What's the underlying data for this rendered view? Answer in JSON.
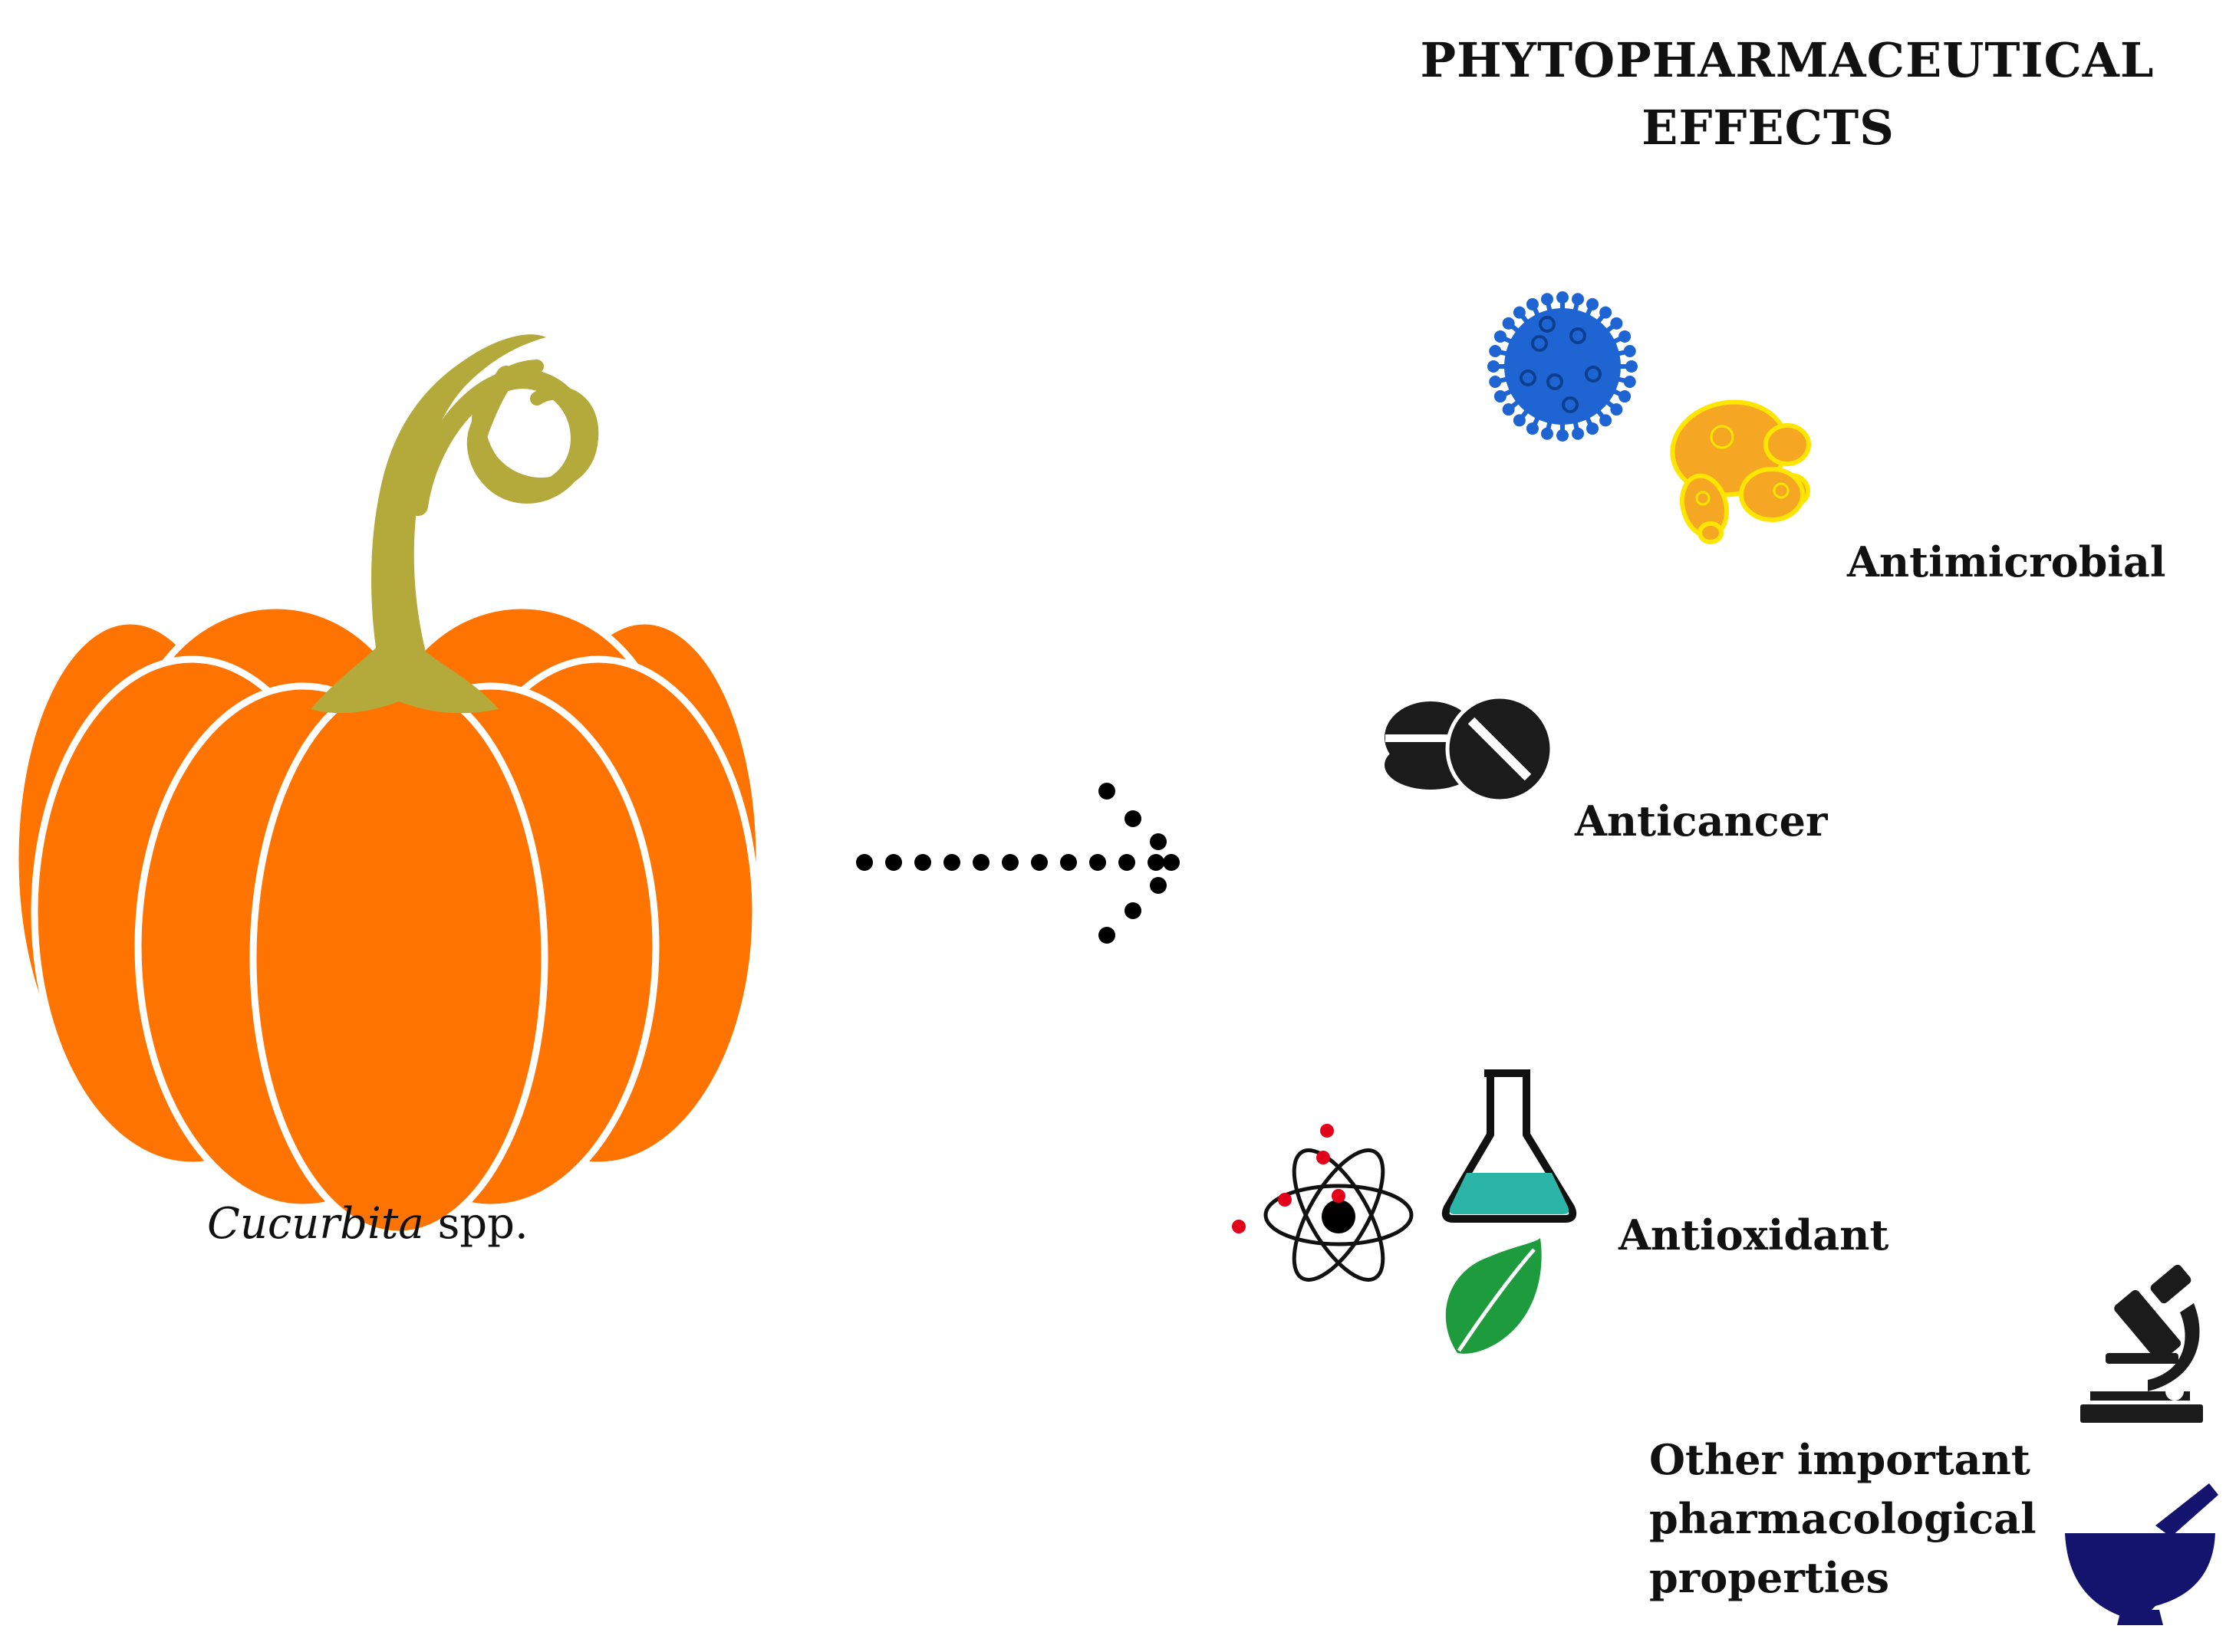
{
  "heading": {
    "line1": "PHYTOPHARMACEUTICAL",
    "line2": "EFFECTS"
  },
  "source": {
    "genus": "Cucurbita",
    "suffix": " spp."
  },
  "effects": {
    "antimicrobial": "Antimicrobial",
    "anticancer": "Anticancer",
    "antioxidant": "Antioxidant",
    "other_line1": "Other important",
    "other_line2": "pharmacological",
    "other_line3": "properties"
  },
  "colors": {
    "pumpkin": "#ff7300",
    "stem": "#b4aa3c",
    "virus": "#1e64d2",
    "fungus": "#f5a623",
    "fungus_outline": "#ffe600",
    "pill": "#1b1b1b",
    "flask_liquid": "#2bb5a6",
    "leaf": "#1e9b3c",
    "mortar": "#14146e",
    "electron": "#e3001b"
  },
  "icons": [
    "pumpkin-icon",
    "arrow-icon",
    "virus-icon",
    "fungus-icon",
    "pill-icon",
    "atom-icon",
    "flask-icon",
    "leaf-icon",
    "microscope-icon",
    "mortar-pestle-icon"
  ]
}
